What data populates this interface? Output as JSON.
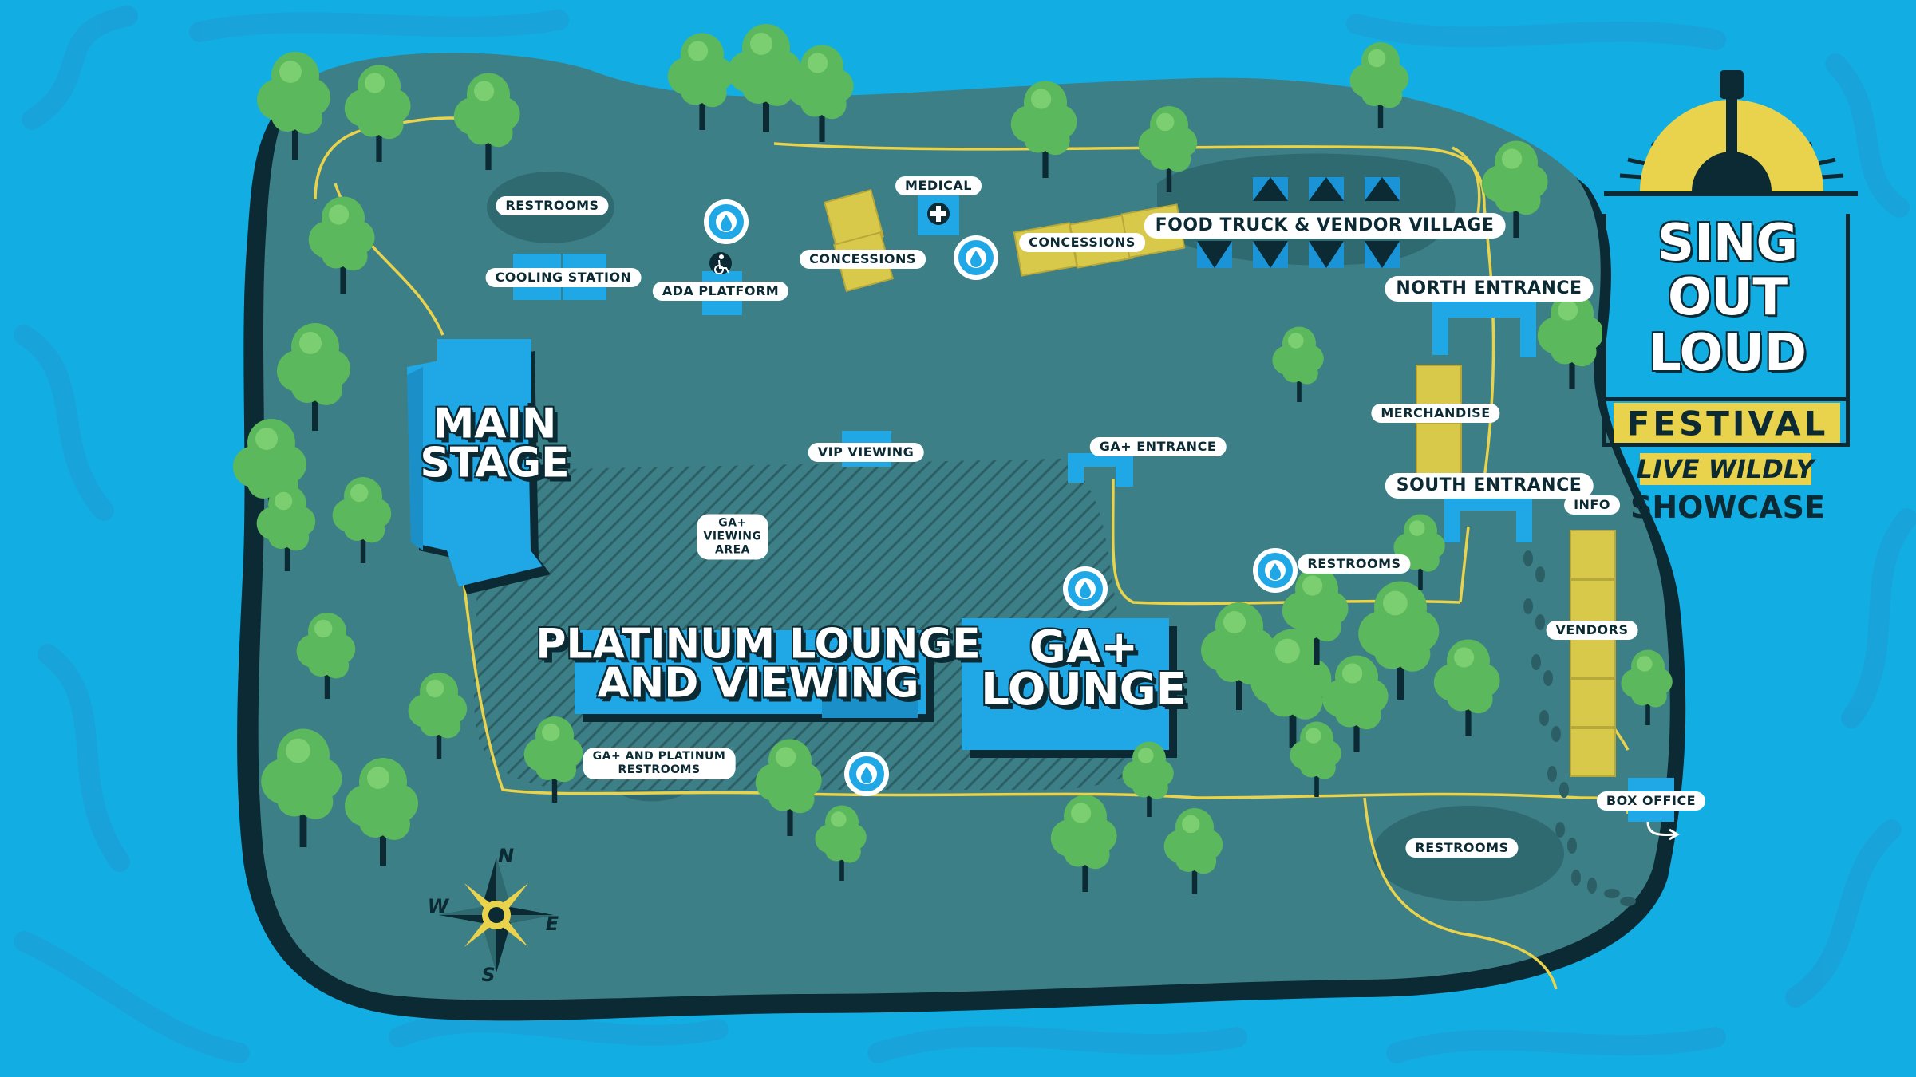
{
  "colors": {
    "water": "#12aee3",
    "land": "#3d7f86",
    "land_edge": "#0b2a33",
    "path": "#e9d24c",
    "building": "#20a8e6",
    "vendor": "#d9c94b",
    "tree": "#5cb85c",
    "label_bg": "#ffffff",
    "label_text": "#0b2a33"
  },
  "labels": {
    "restrooms_nw": "RESTROOMS",
    "cooling_station": "COOLING STATION",
    "ada_platform": "ADA PLATFORM",
    "concessions_1": "CONCESSIONS",
    "medical": "MEDICAL",
    "concessions_2": "CONCESSIONS",
    "food_truck": "FOOD TRUCK & VENDOR VILLAGE",
    "north_entrance": "NORTH ENTRANCE",
    "merchandise": "MERCHANDISE",
    "vip_viewing": "VIP VIEWING",
    "ga_entrance": "GA+ ENTRANCE",
    "south_entrance": "SOUTH ENTRANCE",
    "info": "INFO",
    "restrooms_mid": "RESTROOMS",
    "vendors": "VENDORS",
    "ga_platinum_restrooms_line1": "GA+ AND PLATINUM",
    "ga_platinum_restrooms_line2": "RESTROOMS",
    "box_office": "BOX OFFICE",
    "restrooms_se": "RESTROOMS",
    "ga_viewing_area_line1": "GA+",
    "ga_viewing_area_line2": "VIEWING",
    "ga_viewing_area_line3": "AREA"
  },
  "titles": {
    "main_stage_line1": "MAIN",
    "main_stage_line2": "STAGE",
    "platinum_line1": "PLATINUM LOUNGE",
    "platinum_line2": "AND VIEWING",
    "ga_lounge_line1": "GA+",
    "ga_lounge_line2": "LOUNGE"
  },
  "compass": {
    "n": "N",
    "e": "E",
    "s": "S",
    "w": "W"
  },
  "water_station_icon_text": "WATER • WATER •",
  "logo": {
    "line1": "SING",
    "line2": "OUT",
    "line3": "LOUD",
    "line4": "FESTIVAL",
    "line5": "LIVE WILDLY",
    "line6": "SHOWCASE"
  }
}
